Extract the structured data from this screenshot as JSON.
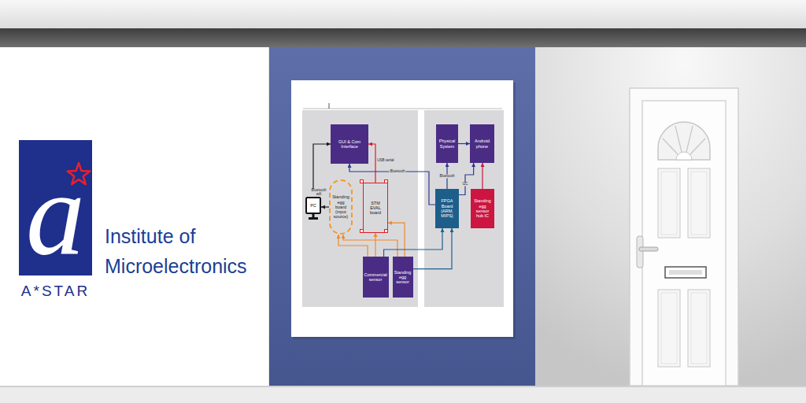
{
  "diagram": {
    "nodes": [
      {
        "text": [
          "GUI & Com Interface"
        ]
      },
      {
        "text": [
          "PC"
        ]
      },
      {
        "text": [
          "Standing egg board (input source)"
        ]
      },
      {
        "text": [
          "STM EVAL board"
        ]
      },
      {
        "text": [
          "Commercial sensor"
        ]
      },
      {
        "text": [
          "Standing egg sensor"
        ]
      },
      {
        "text": [
          "Physical System"
        ]
      },
      {
        "text": [
          "Android phone"
        ]
      },
      {
        "text": [
          "FPGA Board (ARM, MIPS)"
        ]
      },
      {
        "text": [
          "Standing egg sensor hub IC"
        ]
      }
    ],
    "edges": [
      {
        "from": 1,
        "to": 0,
        "arrow": "to"
      },
      {
        "from": 2,
        "to": 1,
        "label": "Bluetooth wifi",
        "arrow": "to"
      },
      {
        "from": 3,
        "to": 0,
        "label": "USB serial",
        "arrow": "to"
      },
      {
        "from": 8,
        "to": 0,
        "label": "Bluetooth",
        "arrow": "to"
      },
      {
        "from": 8,
        "to": 6,
        "label": "Bluetooth",
        "arrow": "to"
      },
      {
        "from": 6,
        "to": 7,
        "arrow": "to"
      },
      {
        "from": 8,
        "to": 7,
        "label": "I2C",
        "arrow": "to"
      },
      {
        "from": 9,
        "to": 7,
        "arrow": "to"
      },
      {
        "from": 4,
        "to": 2,
        "arrow": "to"
      },
      {
        "from": 5,
        "to": 2,
        "arrow": "to"
      },
      {
        "from": 4,
        "to": 3,
        "arrow": "to"
      },
      {
        "from": 5,
        "to": 3,
        "arrow": "to"
      },
      {
        "from": 4,
        "to": 8,
        "arrow": "to"
      },
      {
        "from": 5,
        "to": 8,
        "arrow": "to"
      }
    ],
    "labels": [
      "a",
      "A*STAR",
      "Institute of Microelectronics"
    ]
  }
}
